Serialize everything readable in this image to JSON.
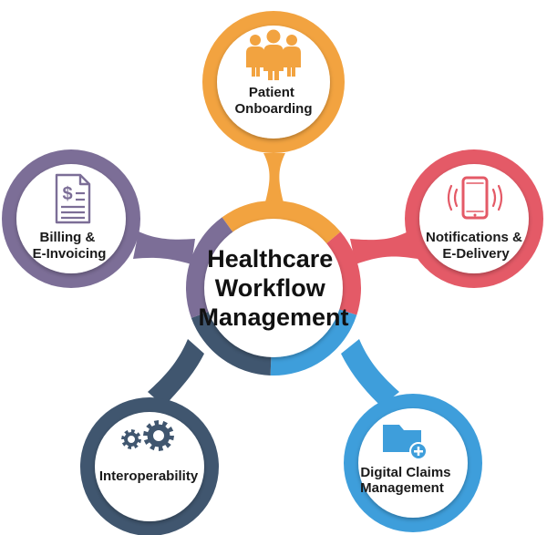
{
  "center": {
    "lines": [
      "Healthcare",
      "Workflow",
      "Management"
    ]
  },
  "nodes": [
    {
      "id": "patient-onboarding",
      "lines": [
        "Patient",
        "Onboarding"
      ],
      "color": "#F2A340",
      "icon": "people-group-icon"
    },
    {
      "id": "notifications",
      "lines": [
        "Notifications &",
        "E-Delivery"
      ],
      "color": "#E45A67",
      "icon": "smartphone-ringing-icon"
    },
    {
      "id": "digital-claims",
      "lines": [
        "Digital Claims",
        "Management"
      ],
      "color": "#3E9EDB",
      "icon": "folder-add-icon"
    },
    {
      "id": "interoperability",
      "lines": [
        "Interoperability"
      ],
      "color": "#40566F",
      "icon": "gears-icon"
    },
    {
      "id": "billing",
      "lines": [
        "Billing &",
        "E-Invoicing"
      ],
      "color": "#7C6E97",
      "icon": "invoice-dollar-icon"
    }
  ]
}
